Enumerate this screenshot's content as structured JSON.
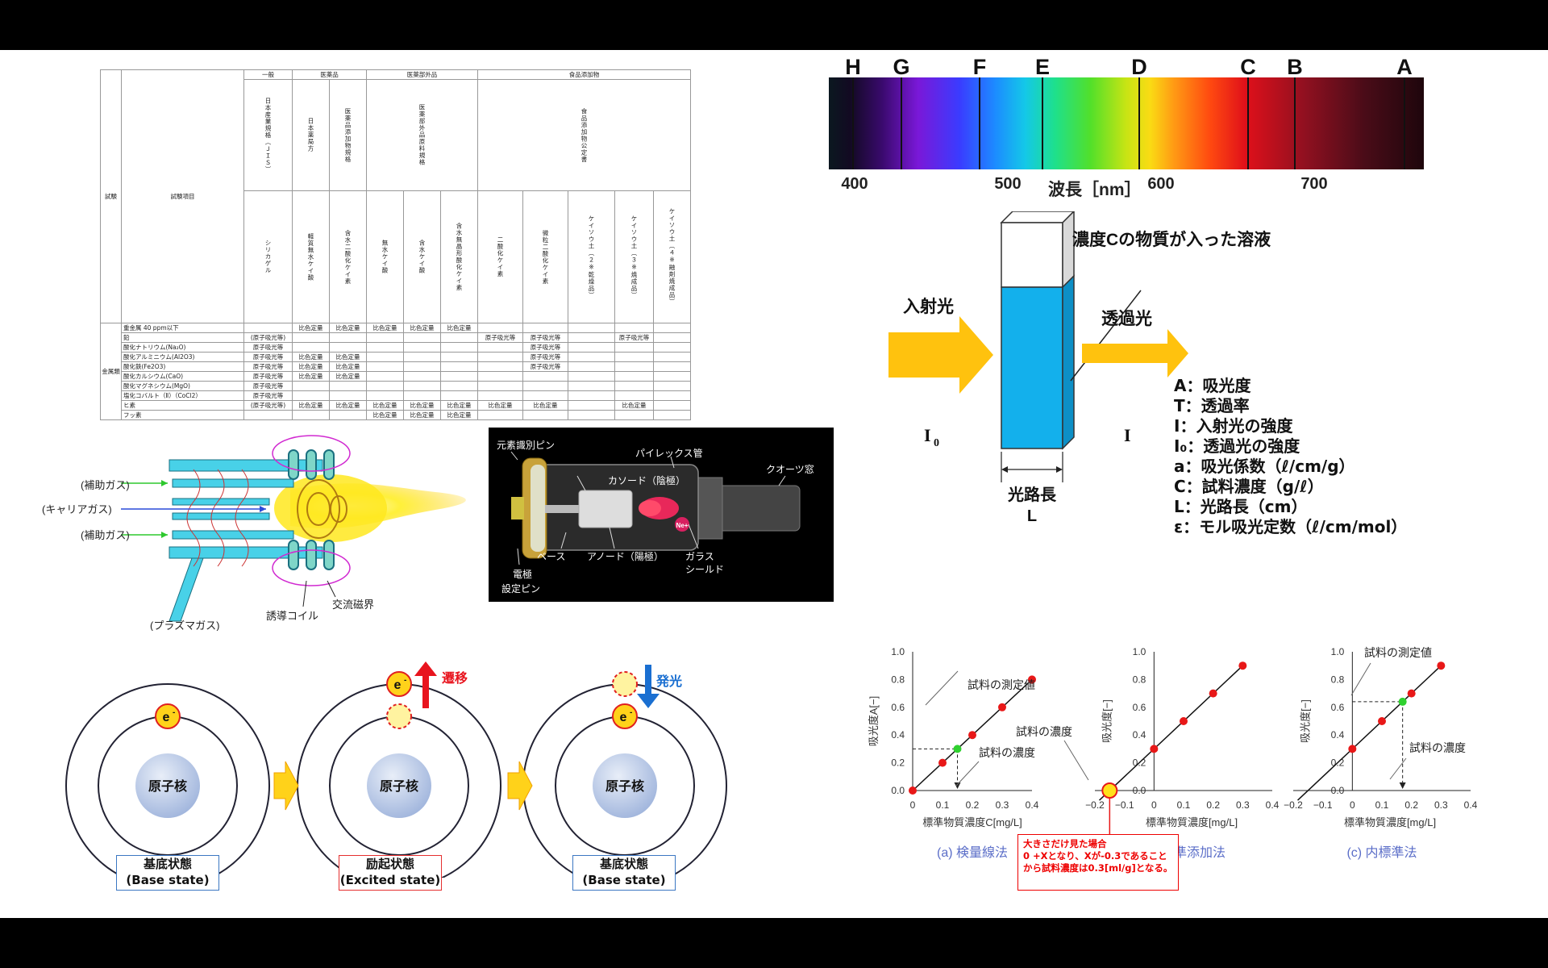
{
  "spectrum": {
    "lines": [
      "H",
      "G",
      "F",
      "E",
      "D",
      "C",
      "B",
      "A"
    ],
    "ticks": [
      "400",
      "500",
      "600",
      "700"
    ],
    "axis_label": "波長［nm］"
  },
  "cuvette": {
    "solution_label": "濃度Cの物質が入った溶液",
    "incident_label": "入射光",
    "transmitted_label": "透過光",
    "i0": "I",
    "i0_sub": "0",
    "i": "I",
    "path_label": "光路長",
    "path_symbol": "L",
    "legend": [
      "A：吸光度",
      "T：透過率",
      "I：入射光の強度",
      "I₀：透過光の強度",
      "a：吸光係数（ℓ/cm/g）",
      "C：試料濃度（g/ℓ）",
      "L：光路長（cm）",
      "ε：モル吸光定数（ℓ/cm/mol）"
    ]
  },
  "table": {
    "h_test": "試験",
    "h_item": "試験項目",
    "groups": [
      "一般",
      "医薬品",
      "医薬部外品",
      "食品添加物"
    ],
    "std": [
      "日本産業規格（ＪＩＳ）",
      "日本薬局方",
      "医薬品添加物規格",
      "医薬部外品原料規格",
      "食品添加物公定書"
    ],
    "products": [
      "シリカゲル",
      "軽質無水ケイ酸",
      "含水二酸化ケイ素",
      "無水ケイ酸",
      "含水ケイ酸",
      "含水無晶形酸化ケイ素",
      "二酸化ケイ素",
      "微粒二酸化ケイ素",
      "ケイソウ土（２※乾燥品）",
      "ケイソウ土（３※焼成品）",
      "ケイソウ土（４※融剤焼成品）"
    ],
    "metals": "金属類",
    "rows": [
      {
        "name": "重金属 40 ppm以下",
        "c": [
          "",
          "比色定量",
          "比色定量",
          "比色定量",
          "比色定量",
          "比色定量",
          "",
          "",
          "",
          "",
          ""
        ]
      },
      {
        "name": "鉛",
        "c": [
          "(原子吸光等)",
          "",
          "",
          "",
          "",
          "",
          "原子吸光等",
          "原子吸光等",
          "",
          "原子吸光等",
          ""
        ]
      },
      {
        "name": "酸化ナトリウム(Na₂O)",
        "c": [
          "原子吸光等",
          "",
          "",
          "",
          "",
          "",
          "",
          "原子吸光等",
          "",
          "",
          ""
        ]
      },
      {
        "name": "酸化アルミニウム(Al2O3)",
        "c": [
          "原子吸光等",
          "比色定量",
          "比色定量",
          "",
          "",
          "",
          "",
          "原子吸光等",
          "",
          "",
          ""
        ]
      },
      {
        "name": "酸化鉄(Fe2O3)",
        "c": [
          "原子吸光等",
          "比色定量",
          "比色定量",
          "",
          "",
          "",
          "",
          "原子吸光等",
          "",
          "",
          ""
        ]
      },
      {
        "name": "酸化カルシウム(CaO)",
        "c": [
          "原子吸光等",
          "比色定量",
          "比色定量",
          "",
          "",
          "",
          "",
          "",
          "",
          "",
          ""
        ]
      },
      {
        "name": "酸化マグネシウム(MgO)",
        "c": [
          "原子吸光等",
          "",
          "",
          "",
          "",
          "",
          "",
          "",
          "",
          "",
          ""
        ]
      },
      {
        "name": "塩化コバルト（Ⅱ）（CoCl2）",
        "c": [
          "原子吸光等",
          "",
          "",
          "",
          "",
          "",
          "",
          "",
          "",
          "",
          ""
        ]
      },
      {
        "name": "ヒ素",
        "c": [
          "(原子吸光等)",
          "比色定量",
          "比色定量",
          "比色定量",
          "比色定量",
          "比色定量",
          "比色定量",
          "比色定量",
          "",
          "比色定量",
          ""
        ]
      },
      {
        "name": "フッ素",
        "c": [
          "",
          "",
          "",
          "比色定量",
          "比色定量",
          "比色定量",
          "",
          "",
          "",
          "",
          ""
        ]
      }
    ]
  },
  "torch": {
    "aux1": "(補助ガス)",
    "carrier": "(キャリアガス)",
    "aux2": "(補助ガス)",
    "plasma_gas": "(プラズマガス)",
    "coil": "誘導コイル",
    "field": "交流磁界"
  },
  "lamp": {
    "pin": "元素識別ピン",
    "pyrex": "パイレックス管",
    "quartz": "クオーツ窓",
    "cathode": "カソード（陰極）",
    "ion": "Ne+",
    "base": "ベース",
    "anode": "アノード（陽極）",
    "shield1": "ガラス",
    "shield2": "シールド",
    "electrode": "電極",
    "set_pin": "設定ピン"
  },
  "atoms": {
    "nucleus": "原子核",
    "electron": "e",
    "electron_sup": "-",
    "transition": "遷移",
    "emission": "発光",
    "states": [
      {
        "jp": "基底状態",
        "en": "(Base state)"
      },
      {
        "jp": "励起状態",
        "en": "(Excited state)"
      },
      {
        "jp": "基底状態",
        "en": "(Base state)"
      }
    ]
  },
  "plots": {
    "x_ticks_a": [
      "0",
      "0.1",
      "0.2",
      "0.3",
      "0.4"
    ],
    "x_ticks_bc": [
      "−0.2",
      "−0.1",
      "0",
      "0.1",
      "0.2",
      "0.3",
      "0.4"
    ],
    "y_ticks": [
      "1.0",
      "0.8",
      "0.6",
      "0.4",
      "0.2",
      "0.0"
    ],
    "xlabel_a": "標準物質濃度C[mg/L]",
    "xlabel": "標準物質濃度[mg/L]",
    "ylabel_a": "吸光度A[−]",
    "ylabel": "吸光度[−]",
    "a": {
      "title": "(a) 検量線法",
      "measured": "試料の測定値",
      "conc": "試料の濃度"
    },
    "b": {
      "title": "(b) 標準添加法",
      "conc": "試料の濃度"
    },
    "c": {
      "title": "(c) 内標準法",
      "measured": "試料の測定値",
      "conc": "試料の濃度"
    },
    "note": "大きさだけ見た場合\n0 +Xとなり、Xが-0.3であることから試料濃度は0.3[ml/g]となる。"
  },
  "chart_data": [
    {
      "type": "scatter",
      "title": "(a) 検量線法",
      "xlabel": "標準物質濃度C[mg/L]",
      "ylabel": "吸光度A[−]",
      "x": [
        0,
        0.1,
        0.2,
        0.3,
        0.4
      ],
      "y": [
        0,
        0.2,
        0.4,
        0.6,
        0.8
      ],
      "sample": {
        "x": 0.15,
        "y": 0.3
      },
      "xlim": [
        0,
        0.4
      ],
      "ylim": [
        0,
        1.0
      ]
    },
    {
      "type": "scatter",
      "title": "(b) 標準添加法",
      "xlabel": "標準物質濃度[mg/L]",
      "ylabel": "吸光度[−]",
      "x": [
        0,
        0.1,
        0.2,
        0.3
      ],
      "y": [
        0.3,
        0.5,
        0.7,
        0.9
      ],
      "intercept": {
        "x": -0.15,
        "y": 0
      },
      "xlim": [
        -0.2,
        0.4
      ],
      "ylim": [
        0,
        1.0
      ]
    },
    {
      "type": "scatter",
      "title": "(c) 内標準法",
      "xlabel": "標準物質濃度[mg/L]",
      "ylabel": "吸光度[−]",
      "x": [
        0,
        0.1,
        0.2,
        0.3
      ],
      "y": [
        0.3,
        0.5,
        0.7,
        0.9
      ],
      "sample": {
        "x": 0.17,
        "y": 0.64
      },
      "xlim": [
        -0.2,
        0.4
      ],
      "ylim": [
        0,
        1.0
      ]
    }
  ]
}
